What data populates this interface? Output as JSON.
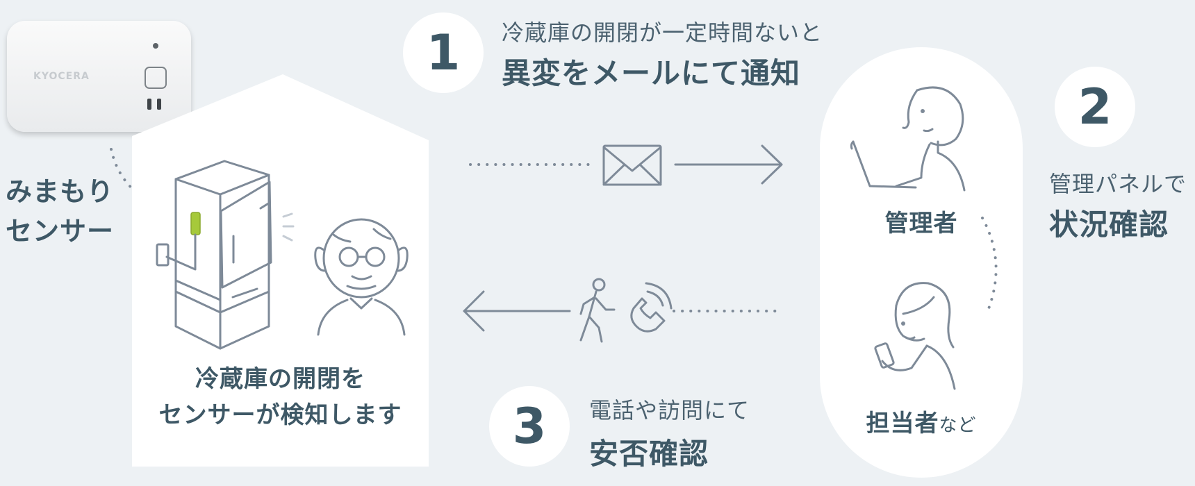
{
  "sensor": {
    "brand": "KYOCERA",
    "label_line1": "みまもり",
    "label_line2": "センサー"
  },
  "house": {
    "caption_line1": "冷蔵庫の開閉を",
    "caption_line2": "センサーが検知します"
  },
  "step1": {
    "number": "1",
    "lead": "冷蔵庫の開閉が一定時間ないと",
    "strong": "異変をメールにて通知"
  },
  "step2": {
    "number": "2",
    "lead": "管理パネルで",
    "strong": "状況確認"
  },
  "step3": {
    "number": "3",
    "lead": "電話や訪問にて",
    "strong": "安否確認"
  },
  "pill": {
    "admin_label": "管理者",
    "staff_label": "担当者",
    "staff_suffix": "など"
  },
  "icons": {
    "mail": "mail-icon",
    "walk": "walking-person-icon",
    "phone": "phone-icon"
  },
  "colors": {
    "background": "#edf1f4",
    "text": "#3e5866",
    "line": "#7e8a98",
    "sensor_accent": "#a6c93a"
  }
}
